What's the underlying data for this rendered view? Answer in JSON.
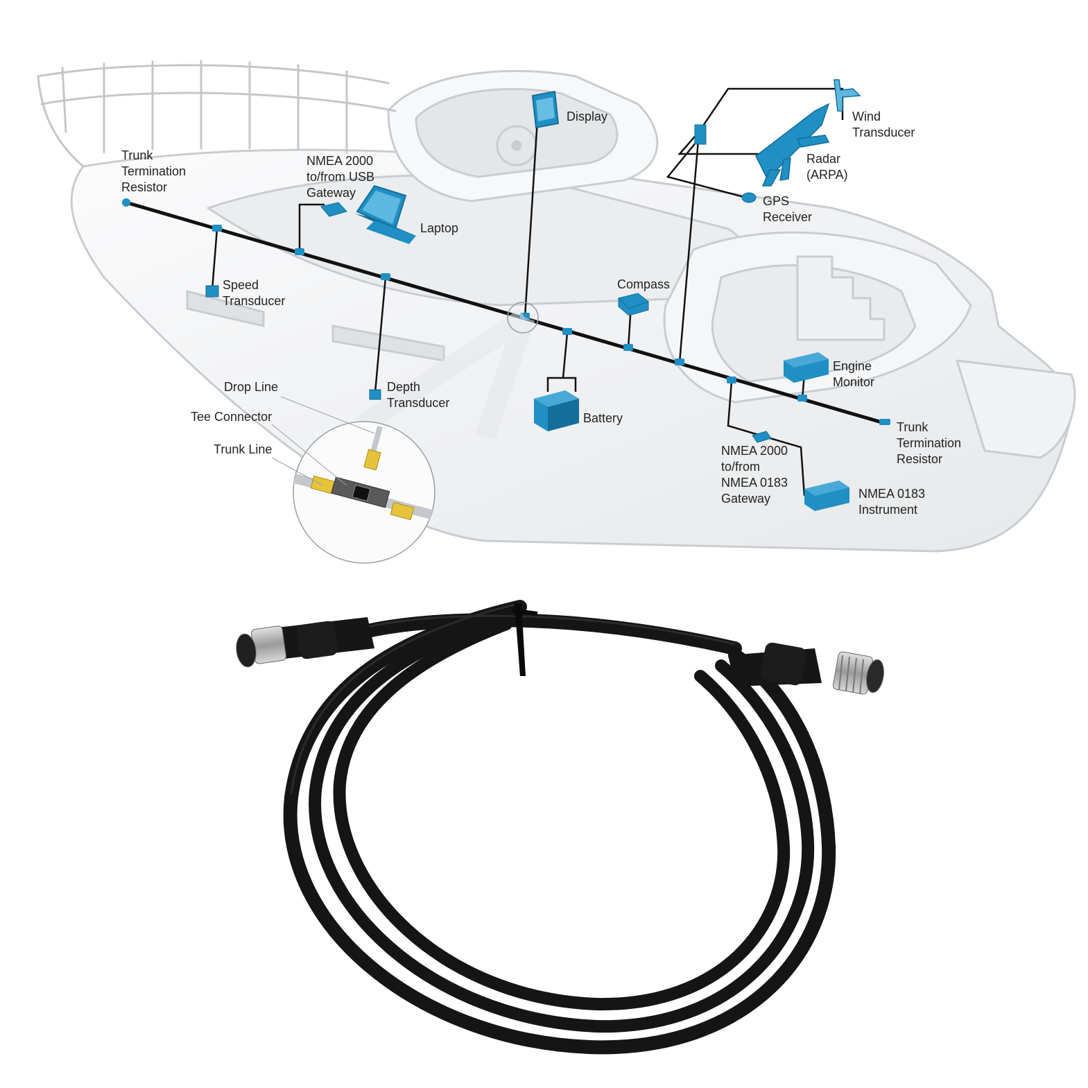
{
  "colors": {
    "device_blue": "#1f8fc4",
    "device_blue_dark": "#136e99",
    "cable": "#111111",
    "hull_fill": "#f3f4f5",
    "hull_stroke": "#c9ccd0",
    "label_text": "#222222"
  },
  "labels": {
    "trunk_term_left": [
      "Trunk",
      "Termination",
      "Resistor"
    ],
    "usb_gateway": [
      "NMEA 2000",
      "to/from USB",
      "Gateway"
    ],
    "laptop": [
      "Laptop"
    ],
    "display": [
      "Display"
    ],
    "wind_transducer": [
      "Wind",
      "Transducer"
    ],
    "radar": [
      "Radar",
      "(ARPA)"
    ],
    "gps": [
      "GPS",
      "Receiver"
    ],
    "speed_transducer": [
      "Speed",
      "Transducer"
    ],
    "compass": [
      "Compass"
    ],
    "engine_monitor": [
      "Engine",
      "Monitor"
    ],
    "drop_line": [
      "Drop Line"
    ],
    "tee_connector": [
      "Tee Connector"
    ],
    "trunk_line": [
      "Trunk Line"
    ],
    "depth_transducer": [
      "Depth",
      "Transducer"
    ],
    "battery": [
      "Battery"
    ],
    "trunk_term_right": [
      "Trunk",
      "Termination",
      "Resistor"
    ],
    "nmea0183_gateway": [
      "NMEA 2000",
      "to/from",
      "NMEA 0183",
      "Gateway"
    ],
    "nmea0183_instrument": [
      "NMEA 0183",
      "Instrument"
    ]
  },
  "icons": {
    "boat": "boat-hull-icon",
    "cable": "nmea-cable-icon",
    "tee": "tee-connector-icon"
  }
}
